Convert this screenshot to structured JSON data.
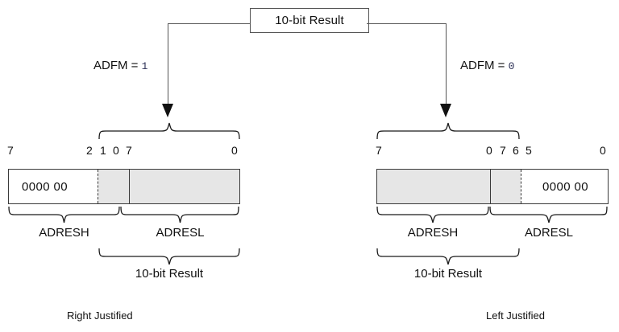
{
  "diagram": {
    "title_box": {
      "label": "10-bit Result"
    },
    "branches": [
      {
        "name": "adfm-1",
        "prefix": "ADFM =",
        "value": "1"
      },
      {
        "name": "adfm-0",
        "prefix": "ADFM =",
        "value": "0"
      }
    ],
    "left": {
      "justification_caption": "Right Justified",
      "bit_labels": [
        "7",
        "2",
        "1",
        "0",
        "7",
        "0"
      ],
      "register_value": "0000 00",
      "field_labels": [
        "ADRESH",
        "ADRESL"
      ],
      "result_label": "10-bit Result"
    },
    "right": {
      "justification_caption": "Left Justified",
      "bit_labels": [
        "7",
        "0",
        "7",
        "6",
        "5",
        "0"
      ],
      "register_value": "0000 00",
      "field_labels": [
        "ADRESH",
        "ADRESL"
      ],
      "result_label": "10-bit Result"
    },
    "colors": {
      "shaded_field": "#e6e6e6",
      "outline": "#3a3a3a",
      "wire": "#555555",
      "text": "#111111",
      "bit_value_text": "#2b2f55"
    }
  }
}
